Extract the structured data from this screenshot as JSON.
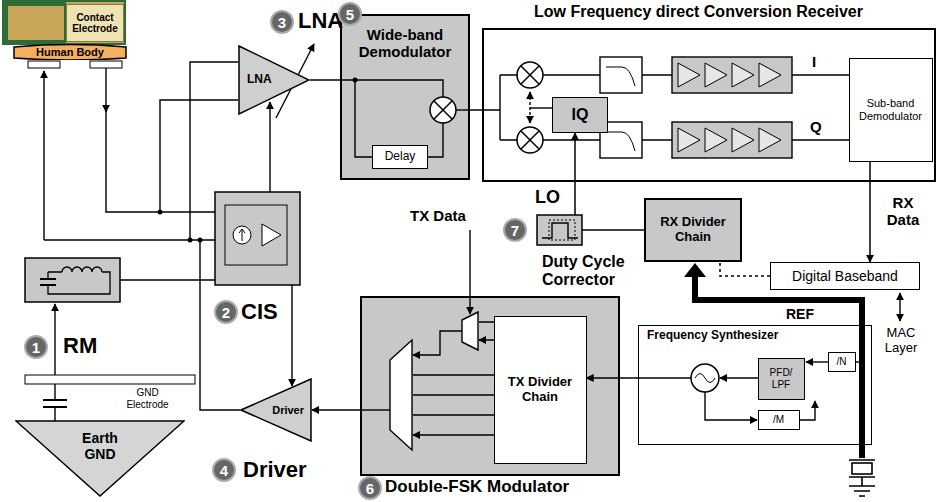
{
  "diagram": {
    "nodes": [
      {
        "text": [
          "Contact Electrode"
        ]
      },
      {
        "text": [
          "Human Body"
        ]
      },
      {
        "text": [
          "LNA"
        ]
      },
      {
        "text": [
          "Wide-band Demodulator"
        ]
      },
      {
        "text": [
          "Delay"
        ],
        "in": 3
      },
      {
        "text": [
          "Low Frequency direct Conversion Receiver"
        ]
      },
      {
        "text": [
          "IQ"
        ],
        "in": 5
      },
      {
        "text": [
          "Sub-band Demodulator"
        ],
        "in": 5
      },
      {
        "text": [
          "RX Divider Chain"
        ]
      },
      {
        "text": [
          "Duty Cycle Corrector"
        ]
      },
      {
        "text": [
          "Digital Baseband"
        ]
      },
      {
        "text": [
          "Double-FSK Modulator"
        ]
      },
      {
        "text": [
          "TX Divider Chain"
        ],
        "in": 11
      },
      {
        "text": [
          "Frequency Synthesizer"
        ]
      },
      {
        "text": [
          "PFD/ LPF"
        ],
        "in": 13
      },
      {
        "text": [
          "/N"
        ],
        "in": 13
      },
      {
        "text": [
          "/M"
        ],
        "in": 13
      },
      {
        "text": [
          "Driver"
        ]
      },
      {
        "text": [
          "Earth GND"
        ]
      }
    ],
    "edges": [
      {
        "from": 2,
        "to": 3,
        "arrow": "none"
      },
      {
        "from": 3,
        "to": 5,
        "arrow": "none"
      },
      {
        "from": 7,
        "to": 10,
        "label": "RX Data",
        "arrow": "to"
      },
      {
        "from": 10,
        "to": 8,
        "arrow": "none"
      },
      {
        "from": 8,
        "to": 9,
        "arrow": "none"
      },
      {
        "from": 9,
        "to": 6,
        "arrow": "to"
      },
      {
        "from": 13,
        "to": 12,
        "arrow": "to"
      },
      {
        "from": 11,
        "to": 17,
        "arrow": "to"
      }
    ],
    "labels": [
      "3",
      "LNA",
      "5",
      "I",
      "Q",
      "LO",
      "7",
      "MAC Layer",
      "REF",
      "TX Data",
      "6",
      "1",
      "RM",
      "GND Electrode",
      "2",
      "CIS",
      "4",
      "Driver"
    ]
  }
}
